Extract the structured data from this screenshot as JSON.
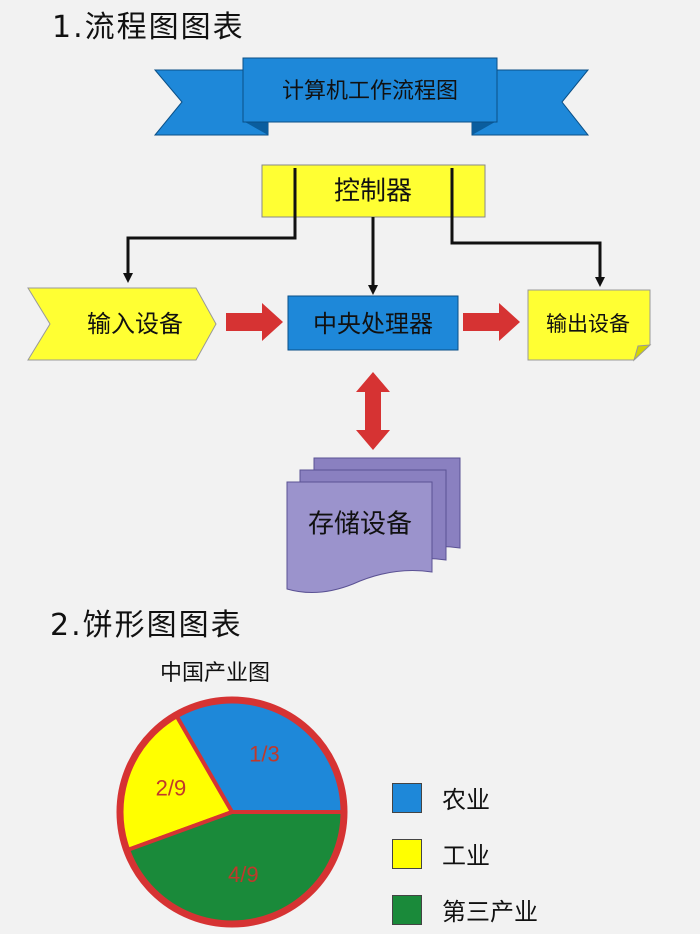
{
  "section1": {
    "title": "1.流程图图表"
  },
  "flowchart": {
    "banner": "计算机工作流程图",
    "controller": "控制器",
    "input": "输入设备",
    "cpu": "中央处理器",
    "output": "输出设备",
    "storage": "存储设备"
  },
  "section2": {
    "title": "2.饼形图图表"
  },
  "chart_data": {
    "type": "pie",
    "title": "中国产业图",
    "categories": [
      "农业",
      "工业",
      "第三产业"
    ],
    "values": [
      0.3333,
      0.2222,
      0.4444
    ],
    "data_labels": [
      "1/3",
      "2/9",
      "4/9"
    ],
    "colors": [
      "#1e88d9",
      "#ffff00",
      "#1a8a3a"
    ],
    "border_color": "#d63333",
    "label_color": "#c0392b",
    "legend_position": "right"
  }
}
